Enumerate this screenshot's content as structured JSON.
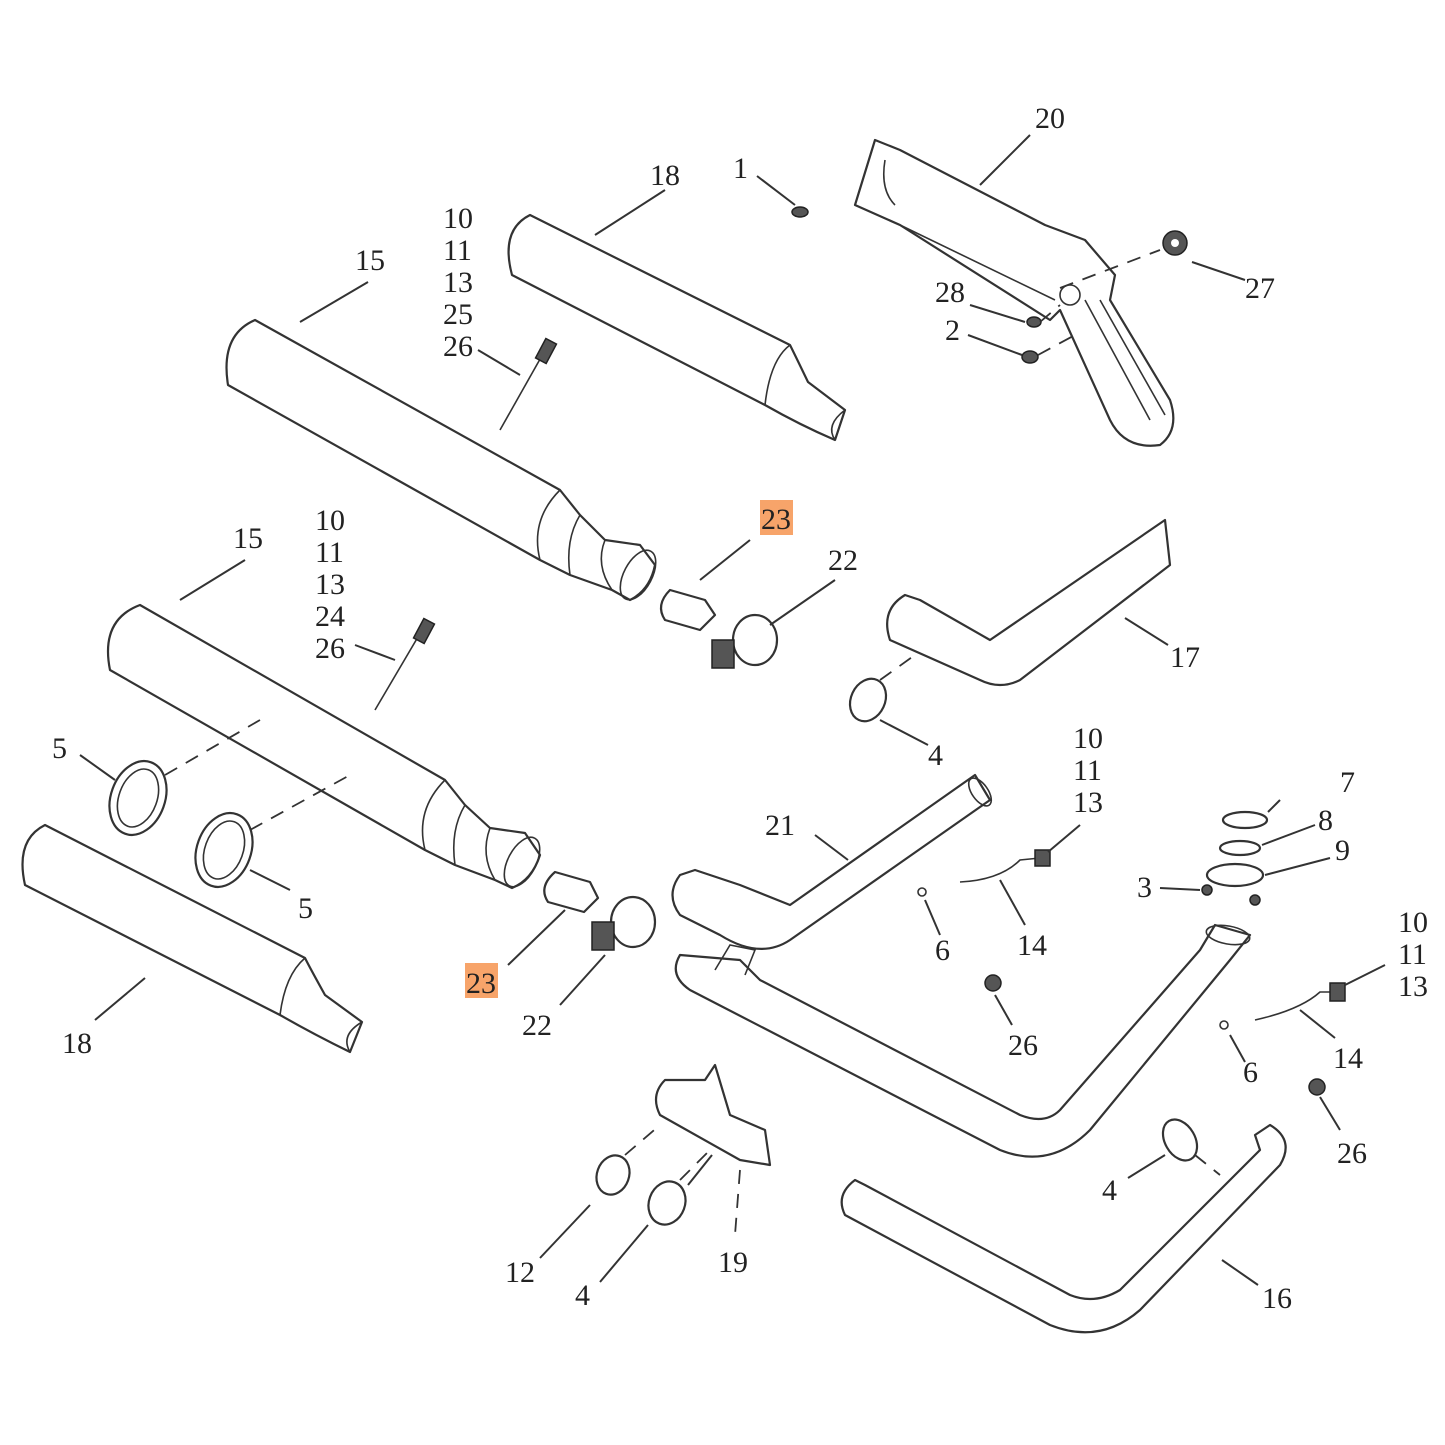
{
  "diagram": {
    "title": "Exhaust system exploded parts diagram",
    "highlight_color": "#f7a46a",
    "highlighted_part": "23",
    "callouts": [
      {
        "id": "c1",
        "label": "1"
      },
      {
        "id": "c2",
        "label": "2"
      },
      {
        "id": "c3",
        "label": "3"
      },
      {
        "id": "c4a",
        "label": "4"
      },
      {
        "id": "c4b",
        "label": "4"
      },
      {
        "id": "c4c",
        "label": "4"
      },
      {
        "id": "c5a",
        "label": "5"
      },
      {
        "id": "c5b",
        "label": "5"
      },
      {
        "id": "c6a",
        "label": "6"
      },
      {
        "id": "c6b",
        "label": "6"
      },
      {
        "id": "c7",
        "label": "7"
      },
      {
        "id": "c8",
        "label": "8"
      },
      {
        "id": "c9",
        "label": "9"
      },
      {
        "id": "c12",
        "label": "12"
      },
      {
        "id": "c14a",
        "label": "14"
      },
      {
        "id": "c14b",
        "label": "14"
      },
      {
        "id": "c15a",
        "label": "15"
      },
      {
        "id": "c15b",
        "label": "15"
      },
      {
        "id": "c16",
        "label": "16"
      },
      {
        "id": "c17",
        "label": "17"
      },
      {
        "id": "c18a",
        "label": "18"
      },
      {
        "id": "c18b",
        "label": "18"
      },
      {
        "id": "c19",
        "label": "19"
      },
      {
        "id": "c20",
        "label": "20"
      },
      {
        "id": "c21",
        "label": "21"
      },
      {
        "id": "c22a",
        "label": "22"
      },
      {
        "id": "c22b",
        "label": "22"
      },
      {
        "id": "c23a",
        "label": "23",
        "highlighted": true
      },
      {
        "id": "c23b",
        "label": "23",
        "highlighted": true
      },
      {
        "id": "c26a",
        "label": "26"
      },
      {
        "id": "c26b",
        "label": "26"
      },
      {
        "id": "c27",
        "label": "27"
      },
      {
        "id": "c28",
        "label": "28"
      }
    ],
    "stacks": [
      {
        "id": "s1",
        "labels": [
          "10",
          "11",
          "13",
          "25",
          "26"
        ]
      },
      {
        "id": "s2",
        "labels": [
          "10",
          "11",
          "13",
          "24",
          "26"
        ]
      },
      {
        "id": "s3",
        "labels": [
          "10",
          "11",
          "13"
        ]
      },
      {
        "id": "s4",
        "labels": [
          "10",
          "11",
          "13"
        ]
      }
    ]
  }
}
